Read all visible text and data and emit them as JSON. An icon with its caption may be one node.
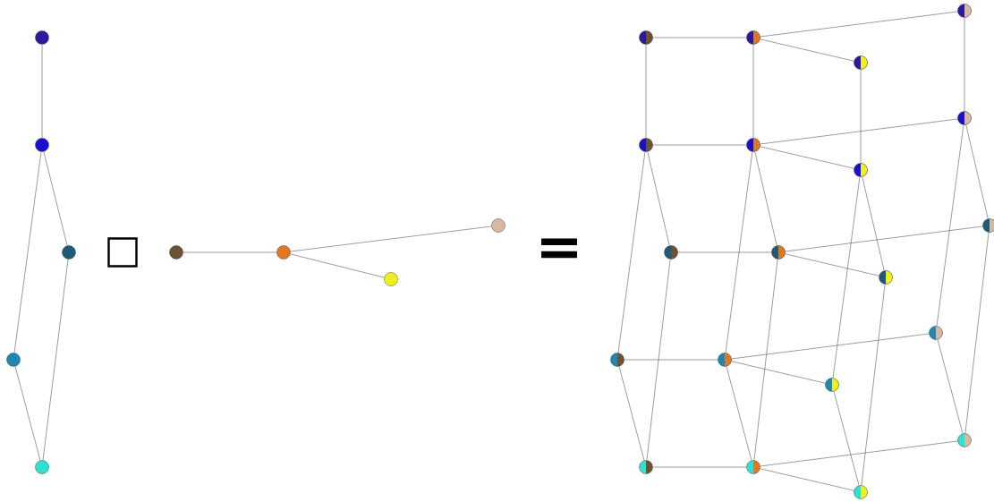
{
  "diagram": {
    "nodes": [
      {
        "text": [],
        "shape": "circle"
      },
      {
        "text": [],
        "shape": "circle"
      },
      {
        "text": [],
        "shape": "circle"
      },
      {
        "text": [],
        "shape": "circle"
      },
      {
        "text": [],
        "shape": "circle"
      },
      {
        "text": [],
        "shape": "circle"
      },
      {
        "text": [],
        "shape": "circle"
      },
      {
        "text": [],
        "shape": "circle"
      },
      {
        "text": [],
        "shape": "circle"
      },
      {
        "text": [],
        "shape": "circle"
      },
      {
        "text": [],
        "shape": "circle"
      },
      {
        "text": [],
        "shape": "circle"
      },
      {
        "text": [],
        "shape": "circle"
      },
      {
        "text": [],
        "shape": "circle"
      },
      {
        "text": [],
        "shape": "circle"
      },
      {
        "text": [],
        "shape": "circle"
      },
      {
        "text": [],
        "shape": "circle"
      },
      {
        "text": [],
        "shape": "circle"
      },
      {
        "text": [],
        "shape": "circle"
      },
      {
        "text": [],
        "shape": "circle"
      },
      {
        "text": [],
        "shape": "circle"
      },
      {
        "text": [],
        "shape": "circle"
      },
      {
        "text": [],
        "shape": "circle"
      },
      {
        "text": [],
        "shape": "circle"
      },
      {
        "text": [],
        "shape": "circle"
      },
      {
        "text": [],
        "shape": "circle"
      },
      {
        "text": [],
        "shape": "circle"
      },
      {
        "text": [],
        "shape": "circle"
      },
      {
        "text": [],
        "shape": "circle"
      }
    ],
    "edges": [
      {
        "from": 0,
        "to": 1,
        "arrow": "none"
      },
      {
        "from": 1,
        "to": 2,
        "arrow": "none"
      },
      {
        "from": 1,
        "to": 3,
        "arrow": "none"
      },
      {
        "from": 2,
        "to": 4,
        "arrow": "none"
      },
      {
        "from": 3,
        "to": 4,
        "arrow": "none"
      },
      {
        "from": 5,
        "to": 6,
        "arrow": "none"
      },
      {
        "from": 6,
        "to": 8,
        "arrow": "none"
      },
      {
        "from": 6,
        "to": 7,
        "arrow": "none"
      },
      {
        "from": 9,
        "to": 10,
        "arrow": "none"
      },
      {
        "from": 10,
        "to": 12,
        "arrow": "none"
      },
      {
        "from": 10,
        "to": 11,
        "arrow": "none"
      },
      {
        "from": 13,
        "to": 14,
        "arrow": "none"
      },
      {
        "from": 14,
        "to": 16,
        "arrow": "none"
      },
      {
        "from": 14,
        "to": 15,
        "arrow": "none"
      },
      {
        "from": 17,
        "to": 18,
        "arrow": "none"
      },
      {
        "from": 18,
        "to": 20,
        "arrow": "none"
      },
      {
        "from": 18,
        "to": 19,
        "arrow": "none"
      },
      {
        "from": 21,
        "to": 22,
        "arrow": "none"
      },
      {
        "from": 22,
        "to": 24,
        "arrow": "none"
      },
      {
        "from": 22,
        "to": 23,
        "arrow": "none"
      },
      {
        "from": 25,
        "to": 26,
        "arrow": "none"
      },
      {
        "from": 26,
        "to": 28,
        "arrow": "none"
      },
      {
        "from": 26,
        "to": 27,
        "arrow": "none"
      },
      {
        "from": 9,
        "to": 13,
        "arrow": "none"
      },
      {
        "from": 10,
        "to": 14,
        "arrow": "none"
      },
      {
        "from": 11,
        "to": 15,
        "arrow": "none"
      },
      {
        "from": 12,
        "to": 16,
        "arrow": "none"
      },
      {
        "from": 13,
        "to": 17,
        "arrow": "none"
      },
      {
        "from": 14,
        "to": 18,
        "arrow": "none"
      },
      {
        "from": 15,
        "to": 19,
        "arrow": "none"
      },
      {
        "from": 16,
        "to": 20,
        "arrow": "none"
      },
      {
        "from": 13,
        "to": 21,
        "arrow": "none"
      },
      {
        "from": 14,
        "to": 22,
        "arrow": "none"
      },
      {
        "from": 15,
        "to": 23,
        "arrow": "none"
      },
      {
        "from": 16,
        "to": 24,
        "arrow": "none"
      },
      {
        "from": 17,
        "to": 25,
        "arrow": "none"
      },
      {
        "from": 18,
        "to": 26,
        "arrow": "none"
      },
      {
        "from": 19,
        "to": 27,
        "arrow": "none"
      },
      {
        "from": 20,
        "to": 28,
        "arrow": "none"
      },
      {
        "from": 21,
        "to": 25,
        "arrow": "none"
      },
      {
        "from": 22,
        "to": 26,
        "arrow": "none"
      },
      {
        "from": 23,
        "to": 27,
        "arrow": "none"
      },
      {
        "from": 24,
        "to": 28,
        "arrow": "none"
      }
    ],
    "labels": [
      "□",
      "="
    ]
  }
}
